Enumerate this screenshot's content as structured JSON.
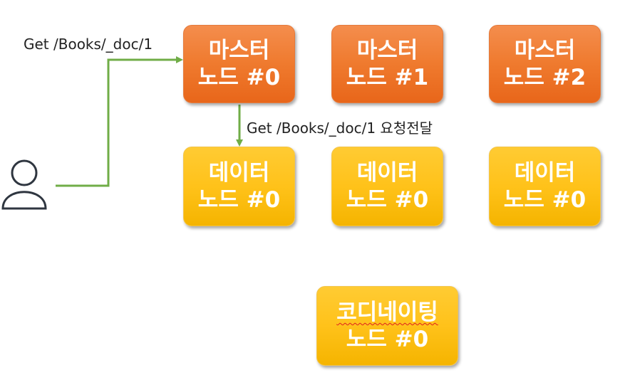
{
  "diagram": {
    "masters": [
      {
        "line1": "마스터",
        "line2": "노드 #0"
      },
      {
        "line1": "마스터",
        "line2": "노드 #1"
      },
      {
        "line1": "마스터",
        "line2": "노드 #2"
      }
    ],
    "data_nodes": [
      {
        "line1": "데이터",
        "line2": "노드 #0"
      },
      {
        "line1": "데이터",
        "line2": "노드 #0"
      },
      {
        "line1": "데이터",
        "line2": "노드 #0"
      }
    ],
    "coordinating": {
      "line1": "코디네이팅",
      "line2": "노드 #0"
    },
    "request_label": "Get /Books/_doc/1",
    "forward_label": "Get /Books/_doc/1 요청전달",
    "colors": {
      "master": "#ef7a2e",
      "data": "#ffc21a",
      "arrow": "#70ad47",
      "user_icon": "#2f3640"
    },
    "icons": {
      "user": "user-icon"
    }
  }
}
